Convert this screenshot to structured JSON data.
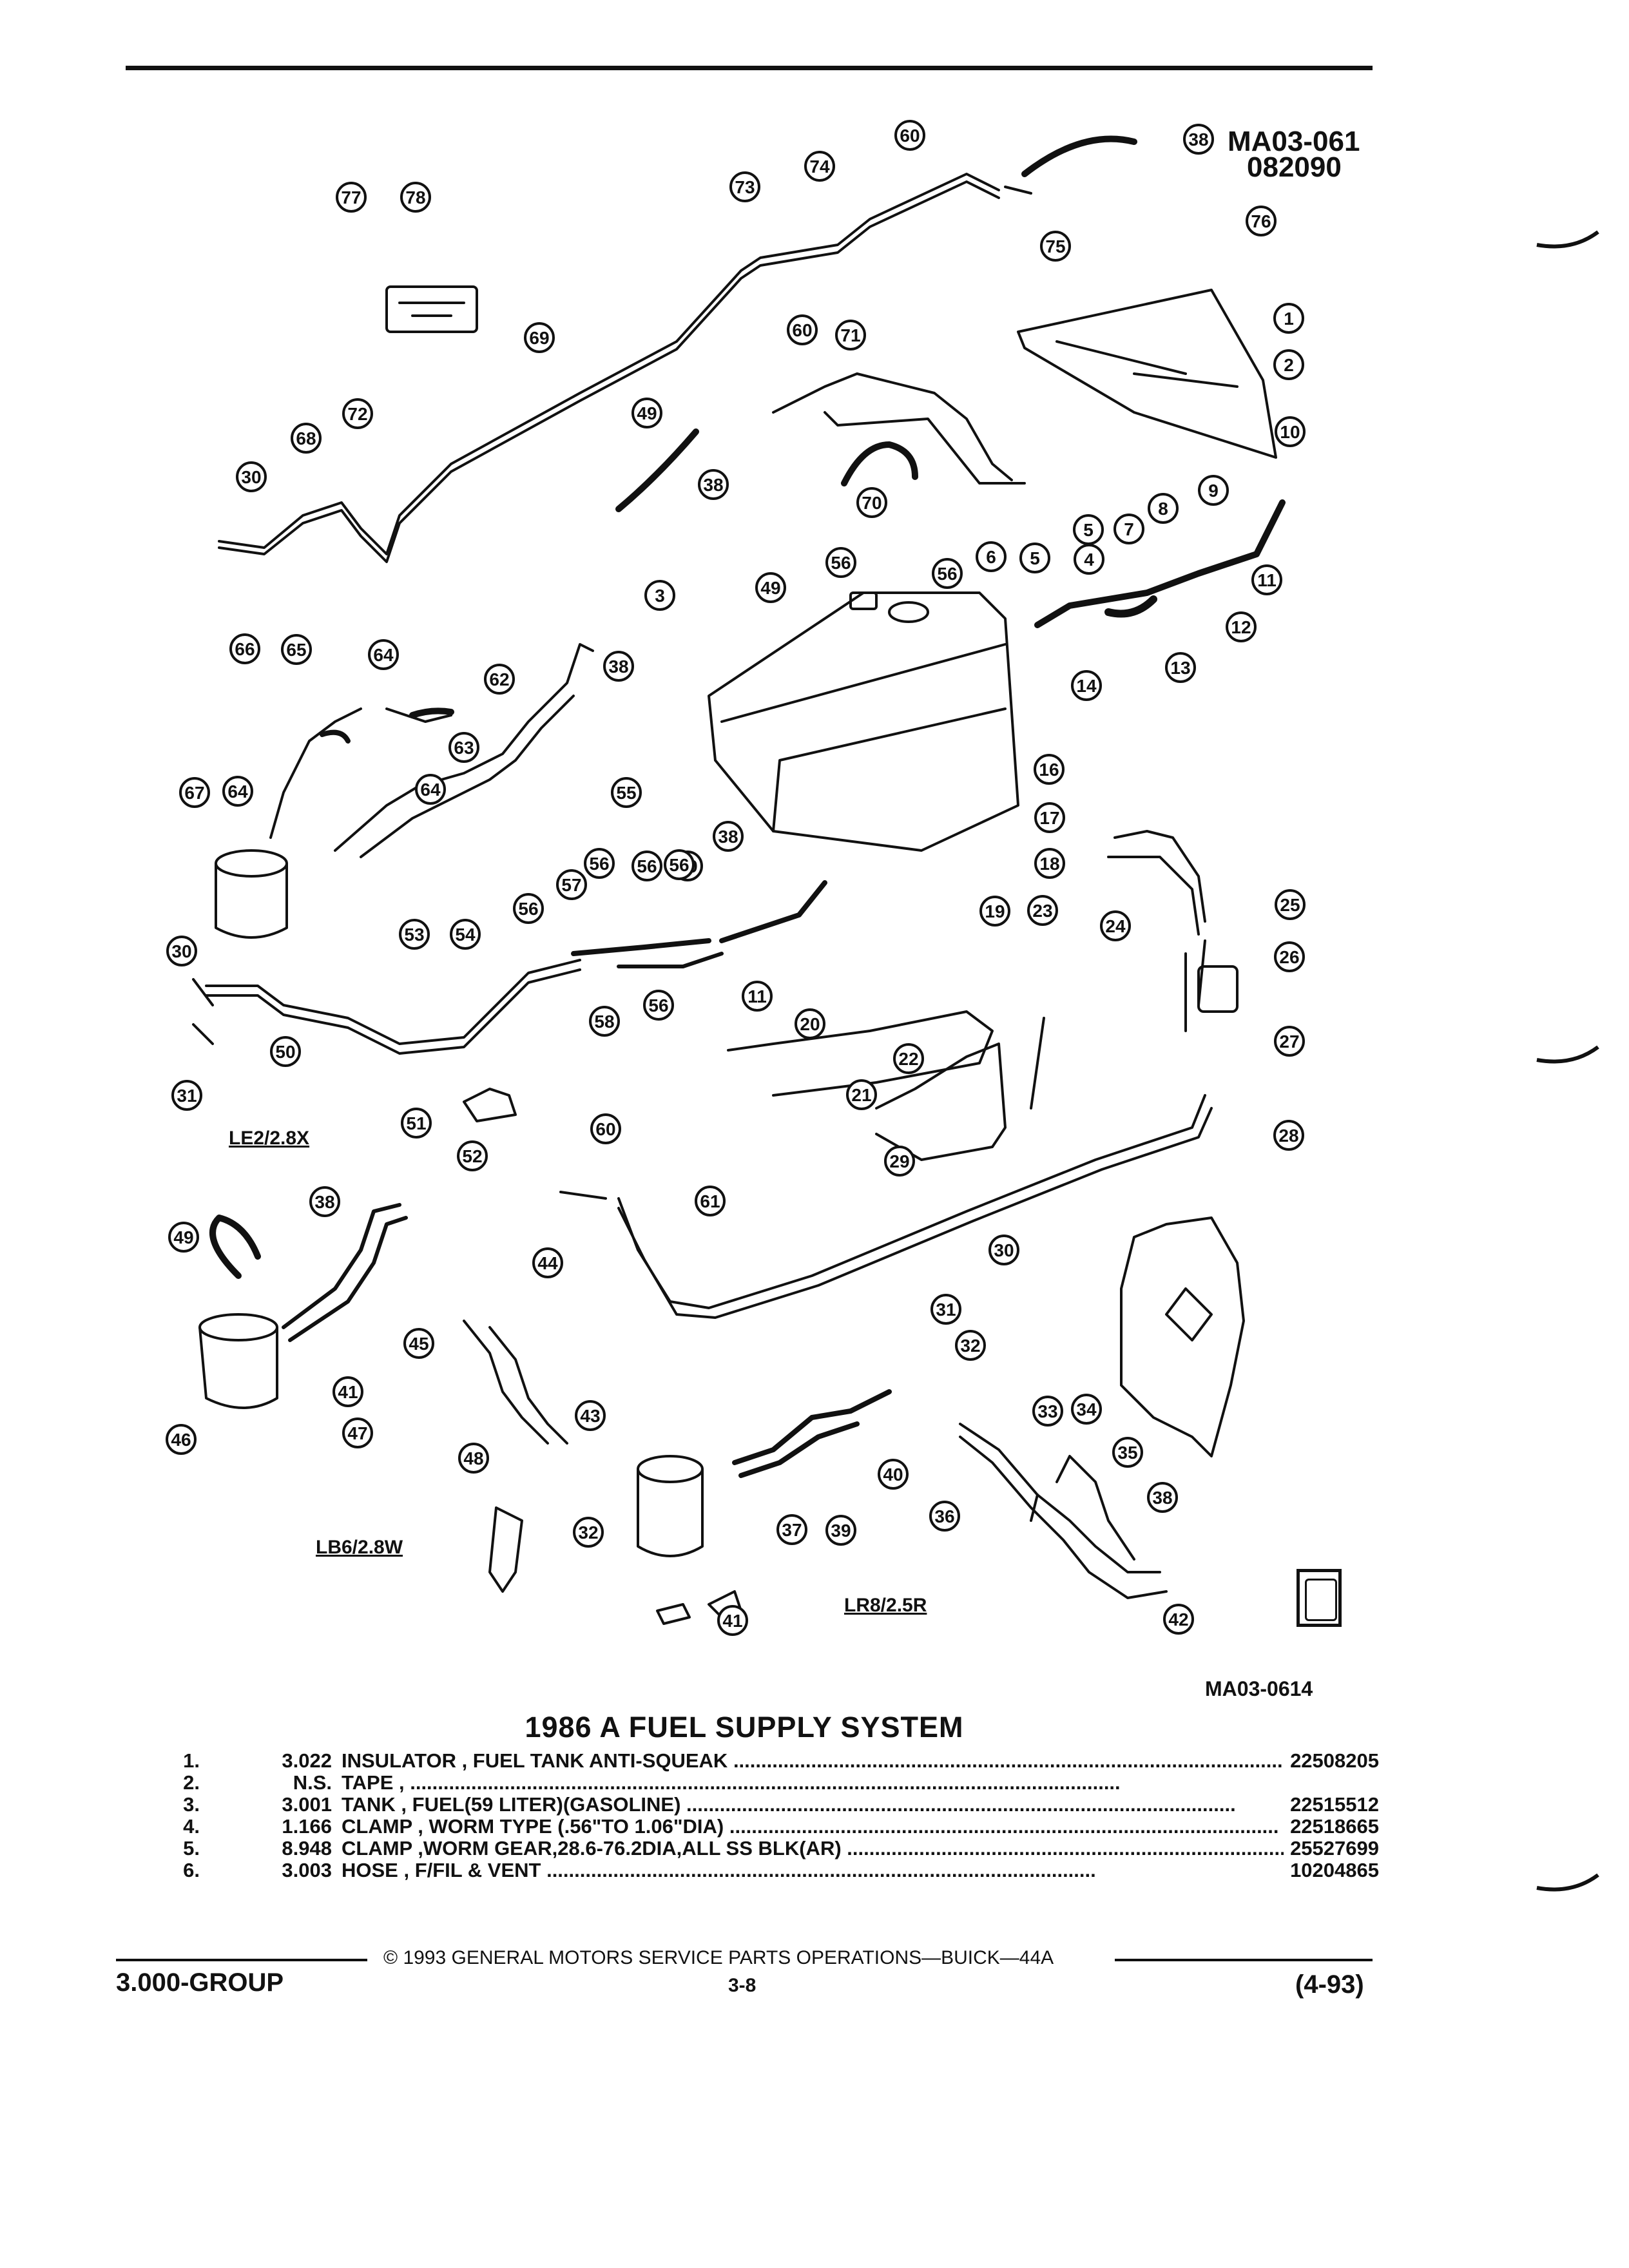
{
  "header": {
    "code_line1": "MA03-061",
    "code_line2": "082090"
  },
  "diagram": {
    "ref_code": "MA03-0614",
    "variants": [
      "LE2/2.8X",
      "LB6/2.8W",
      "LR8/2.5R"
    ],
    "callouts": [
      "60",
      "38",
      "73",
      "74",
      "75",
      "77",
      "78",
      "76",
      "1",
      "2",
      "69",
      "60",
      "71",
      "72",
      "68",
      "30",
      "60",
      "49",
      "38",
      "70",
      "56",
      "10",
      "9",
      "8",
      "7",
      "5",
      "6",
      "5",
      "4",
      "11",
      "12",
      "13",
      "14",
      "4",
      "3",
      "49",
      "66",
      "65",
      "64",
      "62",
      "38",
      "63",
      "64",
      "55",
      "67",
      "64",
      "16",
      "17",
      "18",
      "56",
      "38",
      "56",
      "59",
      "56",
      "57",
      "56",
      "53",
      "54",
      "19",
      "23",
      "25",
      "24",
      "26",
      "30",
      "58",
      "56",
      "11",
      "20",
      "21",
      "22",
      "50",
      "27",
      "31",
      "51",
      "52",
      "60",
      "28",
      "29",
      "61",
      "30",
      "31",
      "38",
      "49",
      "44",
      "45",
      "32",
      "41",
      "47",
      "46",
      "48",
      "43",
      "40",
      "33",
      "34",
      "35",
      "36",
      "37",
      "39",
      "38",
      "32",
      "41",
      "42",
      "36"
    ]
  },
  "title": "1986 A FUEL SUPPLY SYSTEM",
  "parts": [
    {
      "no": "1.",
      "group": "3.022",
      "description": "INSULATOR , FUEL TANK ANTI-SQUEAK",
      "part_number": "22508205"
    },
    {
      "no": "2.",
      "group": "N.S.",
      "description": "TAPE ,",
      "part_number": ""
    },
    {
      "no": "3.",
      "group": "3.001",
      "description": "TANK , FUEL(59 LITER)(GASOLINE)",
      "part_number": "22515512"
    },
    {
      "no": "4.",
      "group": "1.166",
      "description": "CLAMP , WORM TYPE (.56\"TO 1.06\"DIA)",
      "part_number": "22518665"
    },
    {
      "no": "5.",
      "group": "8.948",
      "description": "CLAMP ,WORM GEAR,28.6-76.2DIA,ALL SS BLK(AR)",
      "part_number": "25527699"
    },
    {
      "no": "6.",
      "group": "3.003",
      "description": "HOSE , F/FIL & VENT",
      "part_number": "10204865"
    }
  ],
  "footer": {
    "copyright": "© 1993 GENERAL MOTORS SERVICE PARTS OPERATIONS—BUICK—44A",
    "group": "3.000-GROUP",
    "page": "3-8",
    "date": "(4-93)"
  }
}
